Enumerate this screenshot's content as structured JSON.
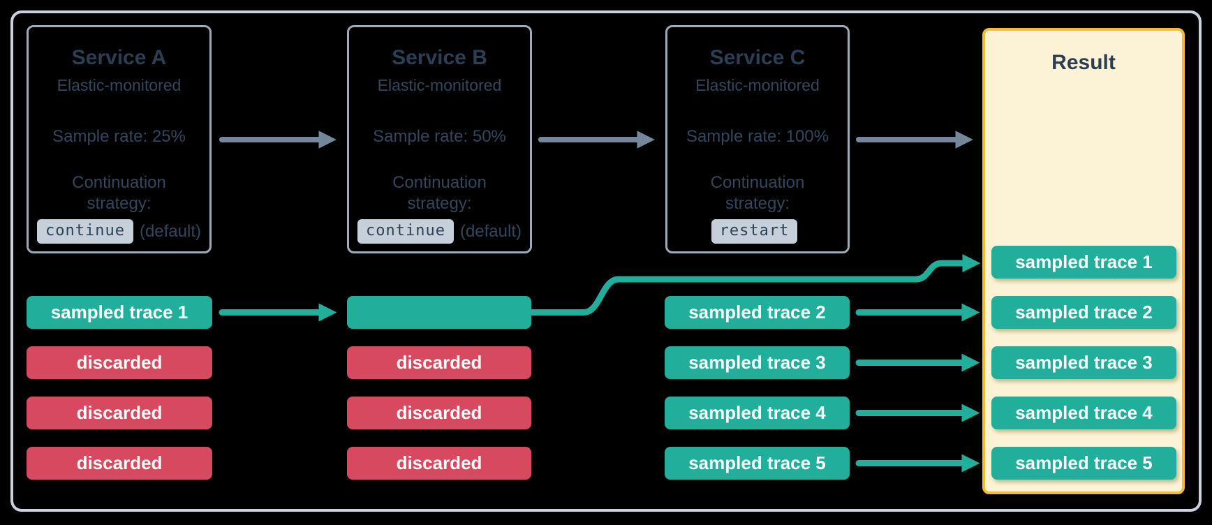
{
  "services": [
    {
      "title": "Service A",
      "monitoring": "Elastic-monitored",
      "sample_rate": "Sample rate: 25%",
      "strategy_label": "Continuation strategy:",
      "strategy_value": "continue",
      "strategy_note": "(default)"
    },
    {
      "title": "Service B",
      "monitoring": "Elastic-monitored",
      "sample_rate": "Sample rate: 50%",
      "strategy_label": "Continuation strategy:",
      "strategy_value": "continue",
      "strategy_note": "(default)"
    },
    {
      "title": "Service C",
      "monitoring": "Elastic-monitored",
      "sample_rate": "Sample rate: 100%",
      "strategy_label": "Continuation strategy:",
      "strategy_value": "restart",
      "strategy_note": ""
    }
  ],
  "trace_rows": {
    "service_a": [
      {
        "label": "sampled trace 1",
        "status": "sampled"
      },
      {
        "label": "discarded",
        "status": "discarded"
      },
      {
        "label": "discarded",
        "status": "discarded"
      },
      {
        "label": "discarded",
        "status": "discarded"
      }
    ],
    "service_b": [
      {
        "label": "",
        "status": "sampled"
      },
      {
        "label": "discarded",
        "status": "discarded"
      },
      {
        "label": "discarded",
        "status": "discarded"
      },
      {
        "label": "discarded",
        "status": "discarded"
      }
    ],
    "service_c": [
      {
        "label": "sampled trace 2",
        "status": "sampled"
      },
      {
        "label": "sampled trace 3",
        "status": "sampled"
      },
      {
        "label": "sampled trace 4",
        "status": "sampled"
      },
      {
        "label": "sampled trace 5",
        "status": "sampled"
      }
    ]
  },
  "result": {
    "title": "Result",
    "traces": [
      "sampled trace 1",
      "sampled trace 2",
      "sampled trace 3",
      "sampled trace 4",
      "sampled trace 5"
    ]
  },
  "connections": [
    {
      "from": "Service A",
      "to": "Service B",
      "color": "#76879B"
    },
    {
      "from": "Service B",
      "to": "Service C",
      "color": "#76879B"
    },
    {
      "from": "Service C",
      "to": "Result",
      "color": "#76879B"
    },
    {
      "from": "Service A sampled trace 1",
      "to": "Service B sampled row",
      "color": "#21AE9B"
    },
    {
      "from": "Service B sampled row",
      "to": "Result sampled trace 1",
      "color": "#21AE9B"
    },
    {
      "from": "Service C sampled trace 2",
      "to": "Result sampled trace 2",
      "color": "#21AE9B"
    },
    {
      "from": "Service C sampled trace 3",
      "to": "Result sampled trace 3",
      "color": "#21AE9B"
    },
    {
      "from": "Service C sampled trace 4",
      "to": "Result sampled trace 4",
      "color": "#21AE9B"
    },
    {
      "from": "Service C sampled trace 5",
      "to": "Result sampled trace 5",
      "color": "#21AE9B"
    }
  ],
  "colors": {
    "background": "#000000",
    "frame_border": "#C8D2DE",
    "service_box_border": "#9FABB9",
    "slate_text": "#33475C",
    "title_text": "#2C3E52",
    "code_chip_bg": "#C5D0DB",
    "sampled_teal": "#21AE9B",
    "discarded_red": "#D6495F",
    "request_arrow_gray": "#76879B",
    "result_bg": "#FCF3D7",
    "result_border": "#F2BC36",
    "chip_text": "#FFFFFF"
  }
}
